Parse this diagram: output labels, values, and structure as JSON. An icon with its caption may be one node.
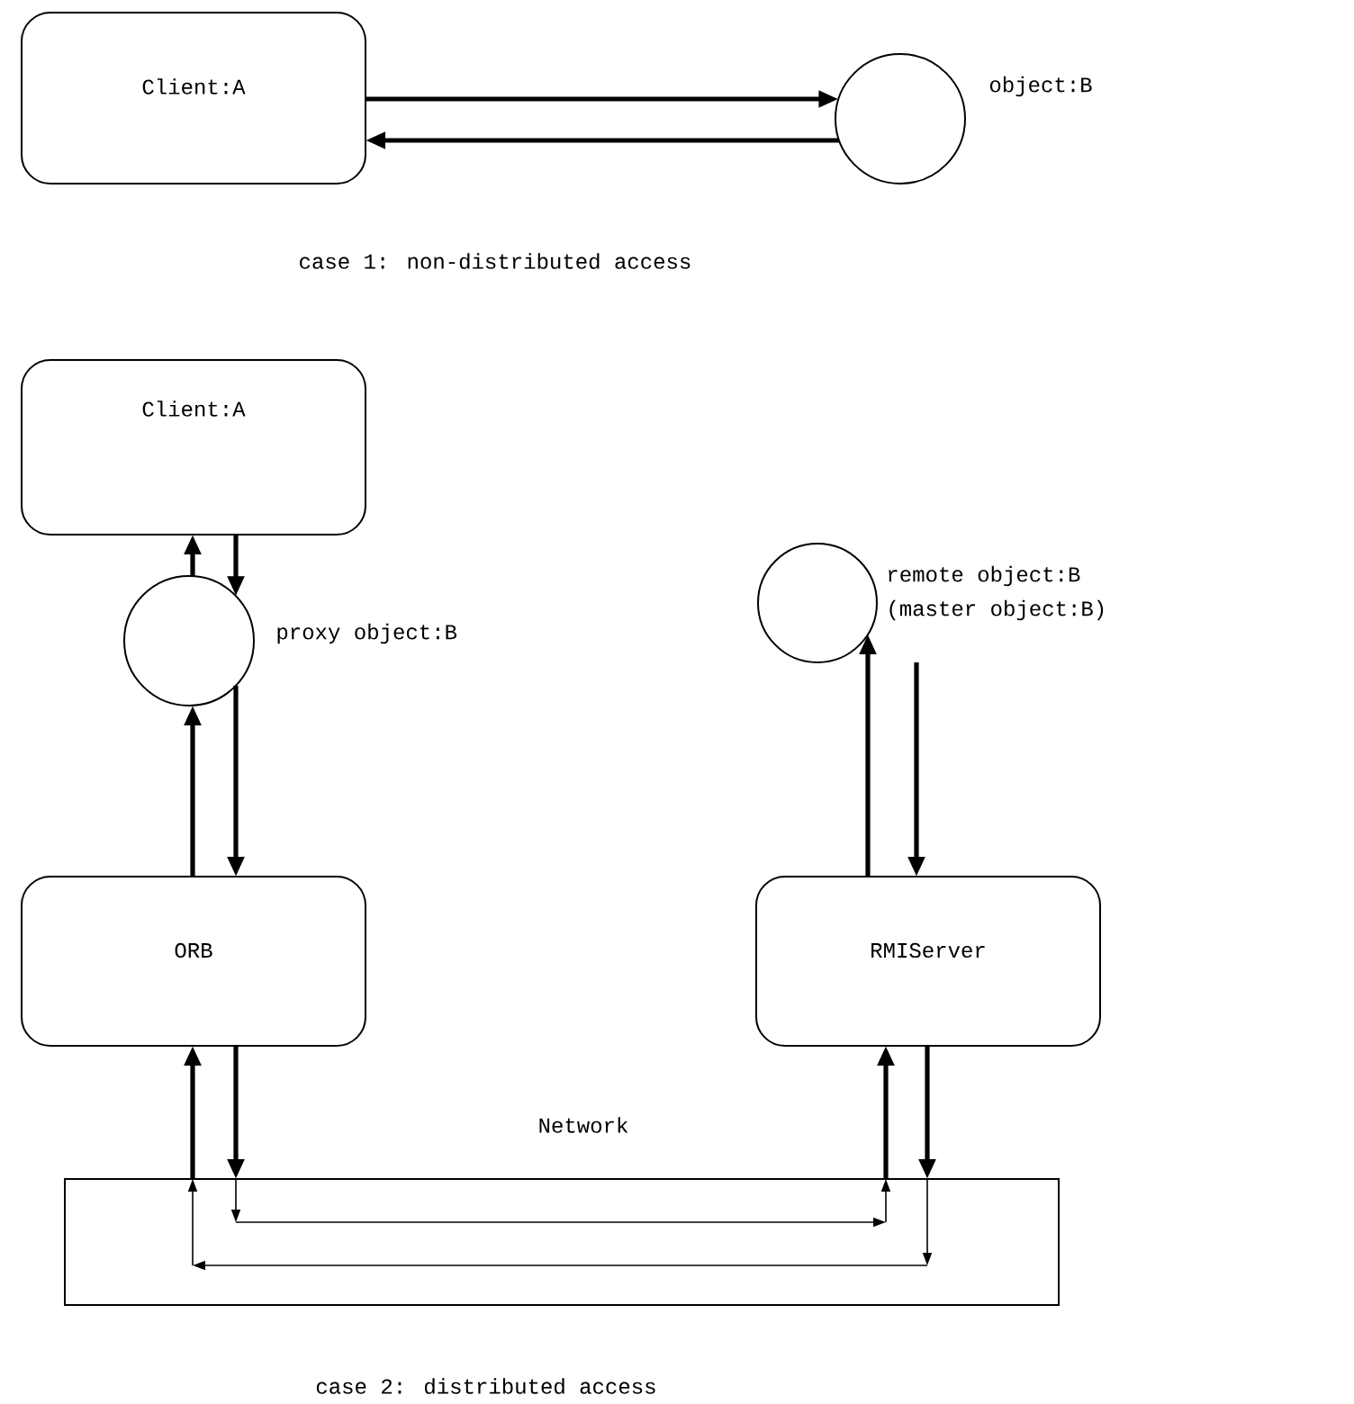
{
  "diagram": {
    "nodes": [
      {
        "text": [
          "Client:A"
        ]
      },
      {
        "text": [],
        "shape": "circle",
        "beside": [
          "object:B"
        ]
      },
      {
        "text": [
          "Client:A"
        ]
      },
      {
        "text": [],
        "shape": "circle",
        "beside": [
          "proxy object:B"
        ]
      },
      {
        "text": [
          "ORB"
        ]
      },
      {
        "text": [],
        "shape": "circle",
        "beside": [
          "remote object:B",
          "(master object:B)"
        ]
      },
      {
        "text": [
          "RMIServer"
        ]
      },
      {
        "text": [
          "Network"
        ]
      }
    ],
    "edges": [
      {
        "from": 0,
        "to": 1,
        "arrow": "to"
      },
      {
        "from": 1,
        "to": 0,
        "arrow": "to"
      },
      {
        "from": 3,
        "to": 2,
        "arrow": "to"
      },
      {
        "from": 2,
        "to": 3,
        "arrow": "to"
      },
      {
        "from": 4,
        "to": 3,
        "arrow": "to"
      },
      {
        "from": 3,
        "to": 4,
        "arrow": "to"
      },
      {
        "from": 7,
        "to": 4,
        "arrow": "to"
      },
      {
        "from": 4,
        "to": 7,
        "arrow": "to"
      },
      {
        "from": 6,
        "to": 5,
        "arrow": "to"
      },
      {
        "from": 5,
        "to": 6,
        "arrow": "to"
      },
      {
        "from": 7,
        "to": 6,
        "arrow": "to"
      },
      {
        "from": 6,
        "to": 7,
        "arrow": "to"
      }
    ],
    "labels": [
      "case 1: non-distributed access",
      "case 2: distributed access"
    ]
  }
}
